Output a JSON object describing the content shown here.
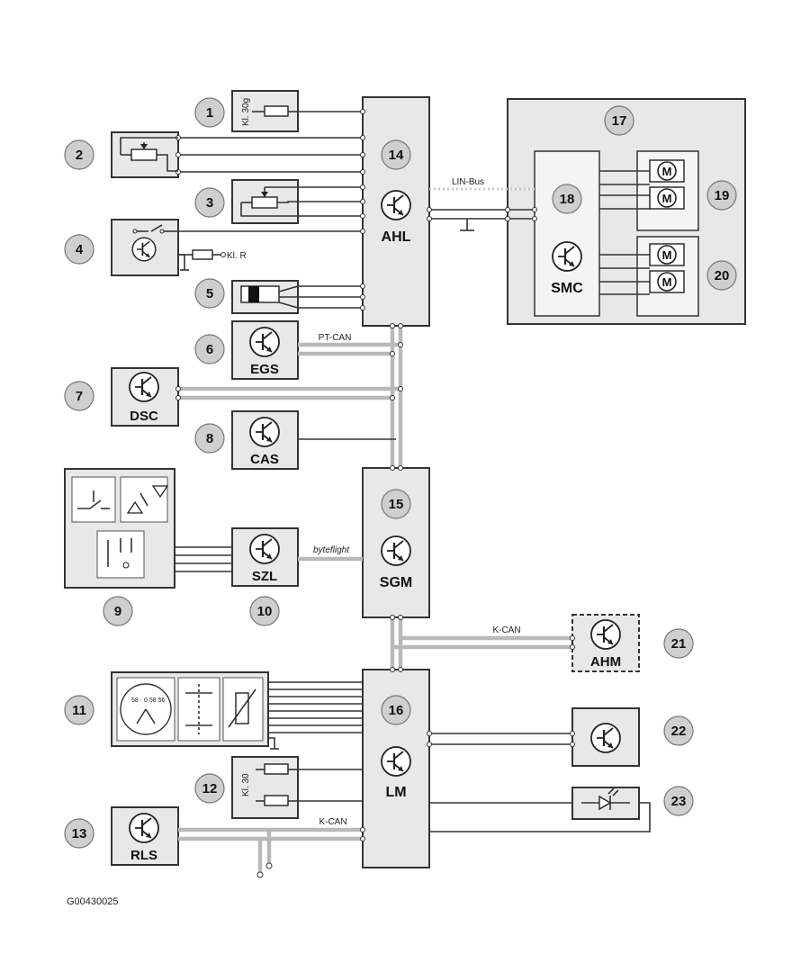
{
  "modules": {
    "ahl": "AHL",
    "sgm": "SGM",
    "lm": "LM",
    "smc": "SMC",
    "egs": "EGS",
    "dsc": "DSC",
    "cas": "CAS",
    "szl": "SZL",
    "rls": "RLS",
    "ahm": "AHM"
  },
  "buses": {
    "lin": "LIN-Bus",
    "pt_can": "PT-CAN",
    "byteflight": "byteflight",
    "k_can_upper": "K-CAN",
    "k_can_lower": "K-CAN"
  },
  "terminals": {
    "kl30g": "Kl. 30g",
    "kl_r": "Kl. R",
    "kl30": "Kl. 30"
  },
  "motor_symbol": "M",
  "numbers": [
    "1",
    "2",
    "3",
    "4",
    "5",
    "6",
    "7",
    "8",
    "9",
    "10",
    "11",
    "12",
    "13",
    "14",
    "15",
    "16",
    "17",
    "18",
    "19",
    "20",
    "21",
    "22",
    "23"
  ],
  "figure_id": "G00430025"
}
